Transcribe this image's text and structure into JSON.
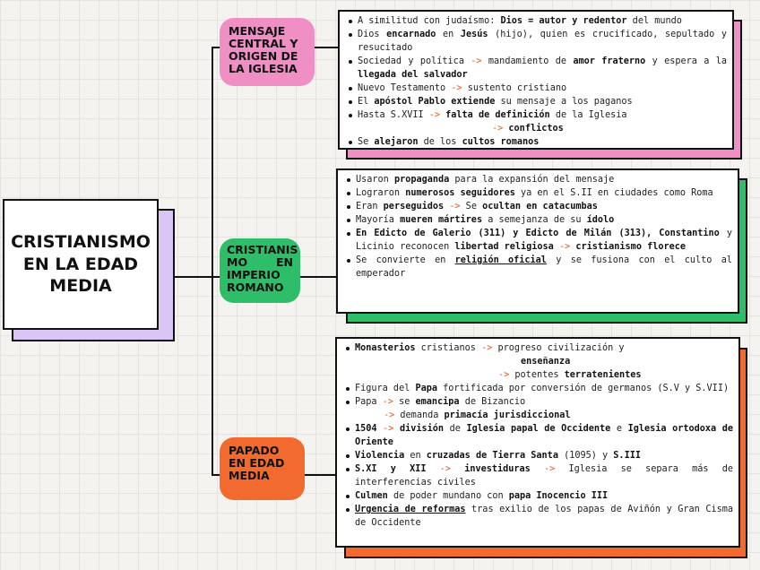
{
  "title": "CRISTIANISMO EN LA EDAD MEDIA",
  "colors": {
    "pink": "#f08fc3",
    "green": "#2ebd68",
    "orange": "#f26a2e",
    "lavender": "#d9c6f5"
  },
  "branches": [
    {
      "label": "MENSAJE CENTRAL Y ORIGEN DE LA IGLESIA",
      "color": "#f08fc3",
      "items": [
        {
          "pre": "A similitud con judaísmo: ",
          "b1": "Dios = autor y redentor",
          "post": " del mundo"
        },
        {
          "t1": "Dios ",
          "b1": "encarnado",
          "t2": " en ",
          "b2": "Jesús",
          "t3": " (hijo), quien es crucificado, sepultado y resucitado"
        },
        {
          "t1": "Sociedad y política ",
          "arrow": "->",
          "t2": " mandamiento de ",
          "b1": "amor fraterno",
          "t3": " y espera a la ",
          "b2": "llegada del salvador"
        },
        {
          "t1": "Nuevo Testamento ",
          "arrow": "->",
          "t2": " sustento cristiano"
        },
        {
          "t1": "El ",
          "b1": "apóstol Pablo extiende",
          "t2": " su mensaje a los paganos"
        },
        {
          "t1": "Hasta S.XVII ",
          "arrow": "->",
          "b1": " falta de definición",
          "t2": " de la Iglesia",
          "arrow2": "->",
          "b2": " conflictos"
        },
        {
          "t1": "Se ",
          "b1": "alejaron",
          "t2": " de los ",
          "b2": "cultos romanos"
        }
      ]
    },
    {
      "label": "CRISTIANISMO EN IMPERIO ROMANO",
      "label_lines": [
        "CRISTIANIS",
        "MO EN",
        "IMPERIO",
        "ROMANO"
      ],
      "color": "#2ebd68",
      "items": [
        {
          "t1": "Usaron ",
          "b1": "propaganda",
          "t2": " para la expansión del mensaje"
        },
        {
          "t1": "Lograron ",
          "b1": "numerosos seguidores",
          "t2": " ya en el S.II en ciudades como Roma"
        },
        {
          "t1": "Eran ",
          "b1": "perseguidos",
          "arrow": " ->",
          "t2": " Se ",
          "b2": "ocultan en catacumbas"
        },
        {
          "t1": "Mayoría ",
          "b1": "mueren mártires",
          "t2": " a semejanza de su ",
          "b2": "ídolo"
        },
        {
          "b1": "En Edicto de Galerio (311) y Edicto de Milán (313), Constantino",
          "t1": " y ",
          "b2": "Licinio",
          "t2": " reconocen ",
          "b3": "libertad religiosa",
          "arrow": " ->",
          "b4": " cristianismo florece"
        },
        {
          "t1": "Se convierte en ",
          "b1": "religión oficial",
          "t2": " y se fusiona con el culto al emperador"
        }
      ]
    },
    {
      "label": "PAPADO EN EDAD MEDIA",
      "color": "#f26a2e",
      "items": [
        {
          "b1": "Monasterios",
          "t1": " cristianos ",
          "arrow": "->",
          "t2": " progreso civilización y",
          "l2": "enseñanza",
          "arrow2": "->",
          "t3": " potentes ",
          "b2": "terratenientes"
        },
        {
          "t1": "Figura del ",
          "b1": "Papa",
          "t2": " fortificada por conversión de germanos (S.V y S.VII)"
        },
        {
          "t1": "Papa ",
          "arrow": "->",
          "t2": " se ",
          "b1": "emancipa",
          "t3": " de Bizancio",
          "arrow2": "->",
          "t4": " demanda ",
          "b2": "primacía jurisdiccional"
        },
        {
          "b1": "1504",
          "arrow": " ->",
          "b2": " división",
          "t1": " de ",
          "b3": "Iglesia papal de Occidente",
          "t2": " e ",
          "b4": "Iglesia ortodoxa de Oriente"
        },
        {
          "b1": "Violencia",
          "t1": " en ",
          "b2": "cruzadas de Tierra Santa",
          "t2": " (1095) y ",
          "b3": "S.III"
        },
        {
          "b1": "S.XI y XII",
          "arrow": " ->",
          "b2": " investiduras",
          "arrow2": " ->",
          "t1": " Iglesia se separa más de interferencias civiles"
        },
        {
          "b1": "Culmen",
          "t1": " de poder mundano con ",
          "b2": "papa Inocencio III"
        },
        {
          "u1": "Urgencia de reformas",
          "t1": " tras exilio de los papas de Aviñón y Gran Cisma de Occidente"
        }
      ]
    }
  ]
}
